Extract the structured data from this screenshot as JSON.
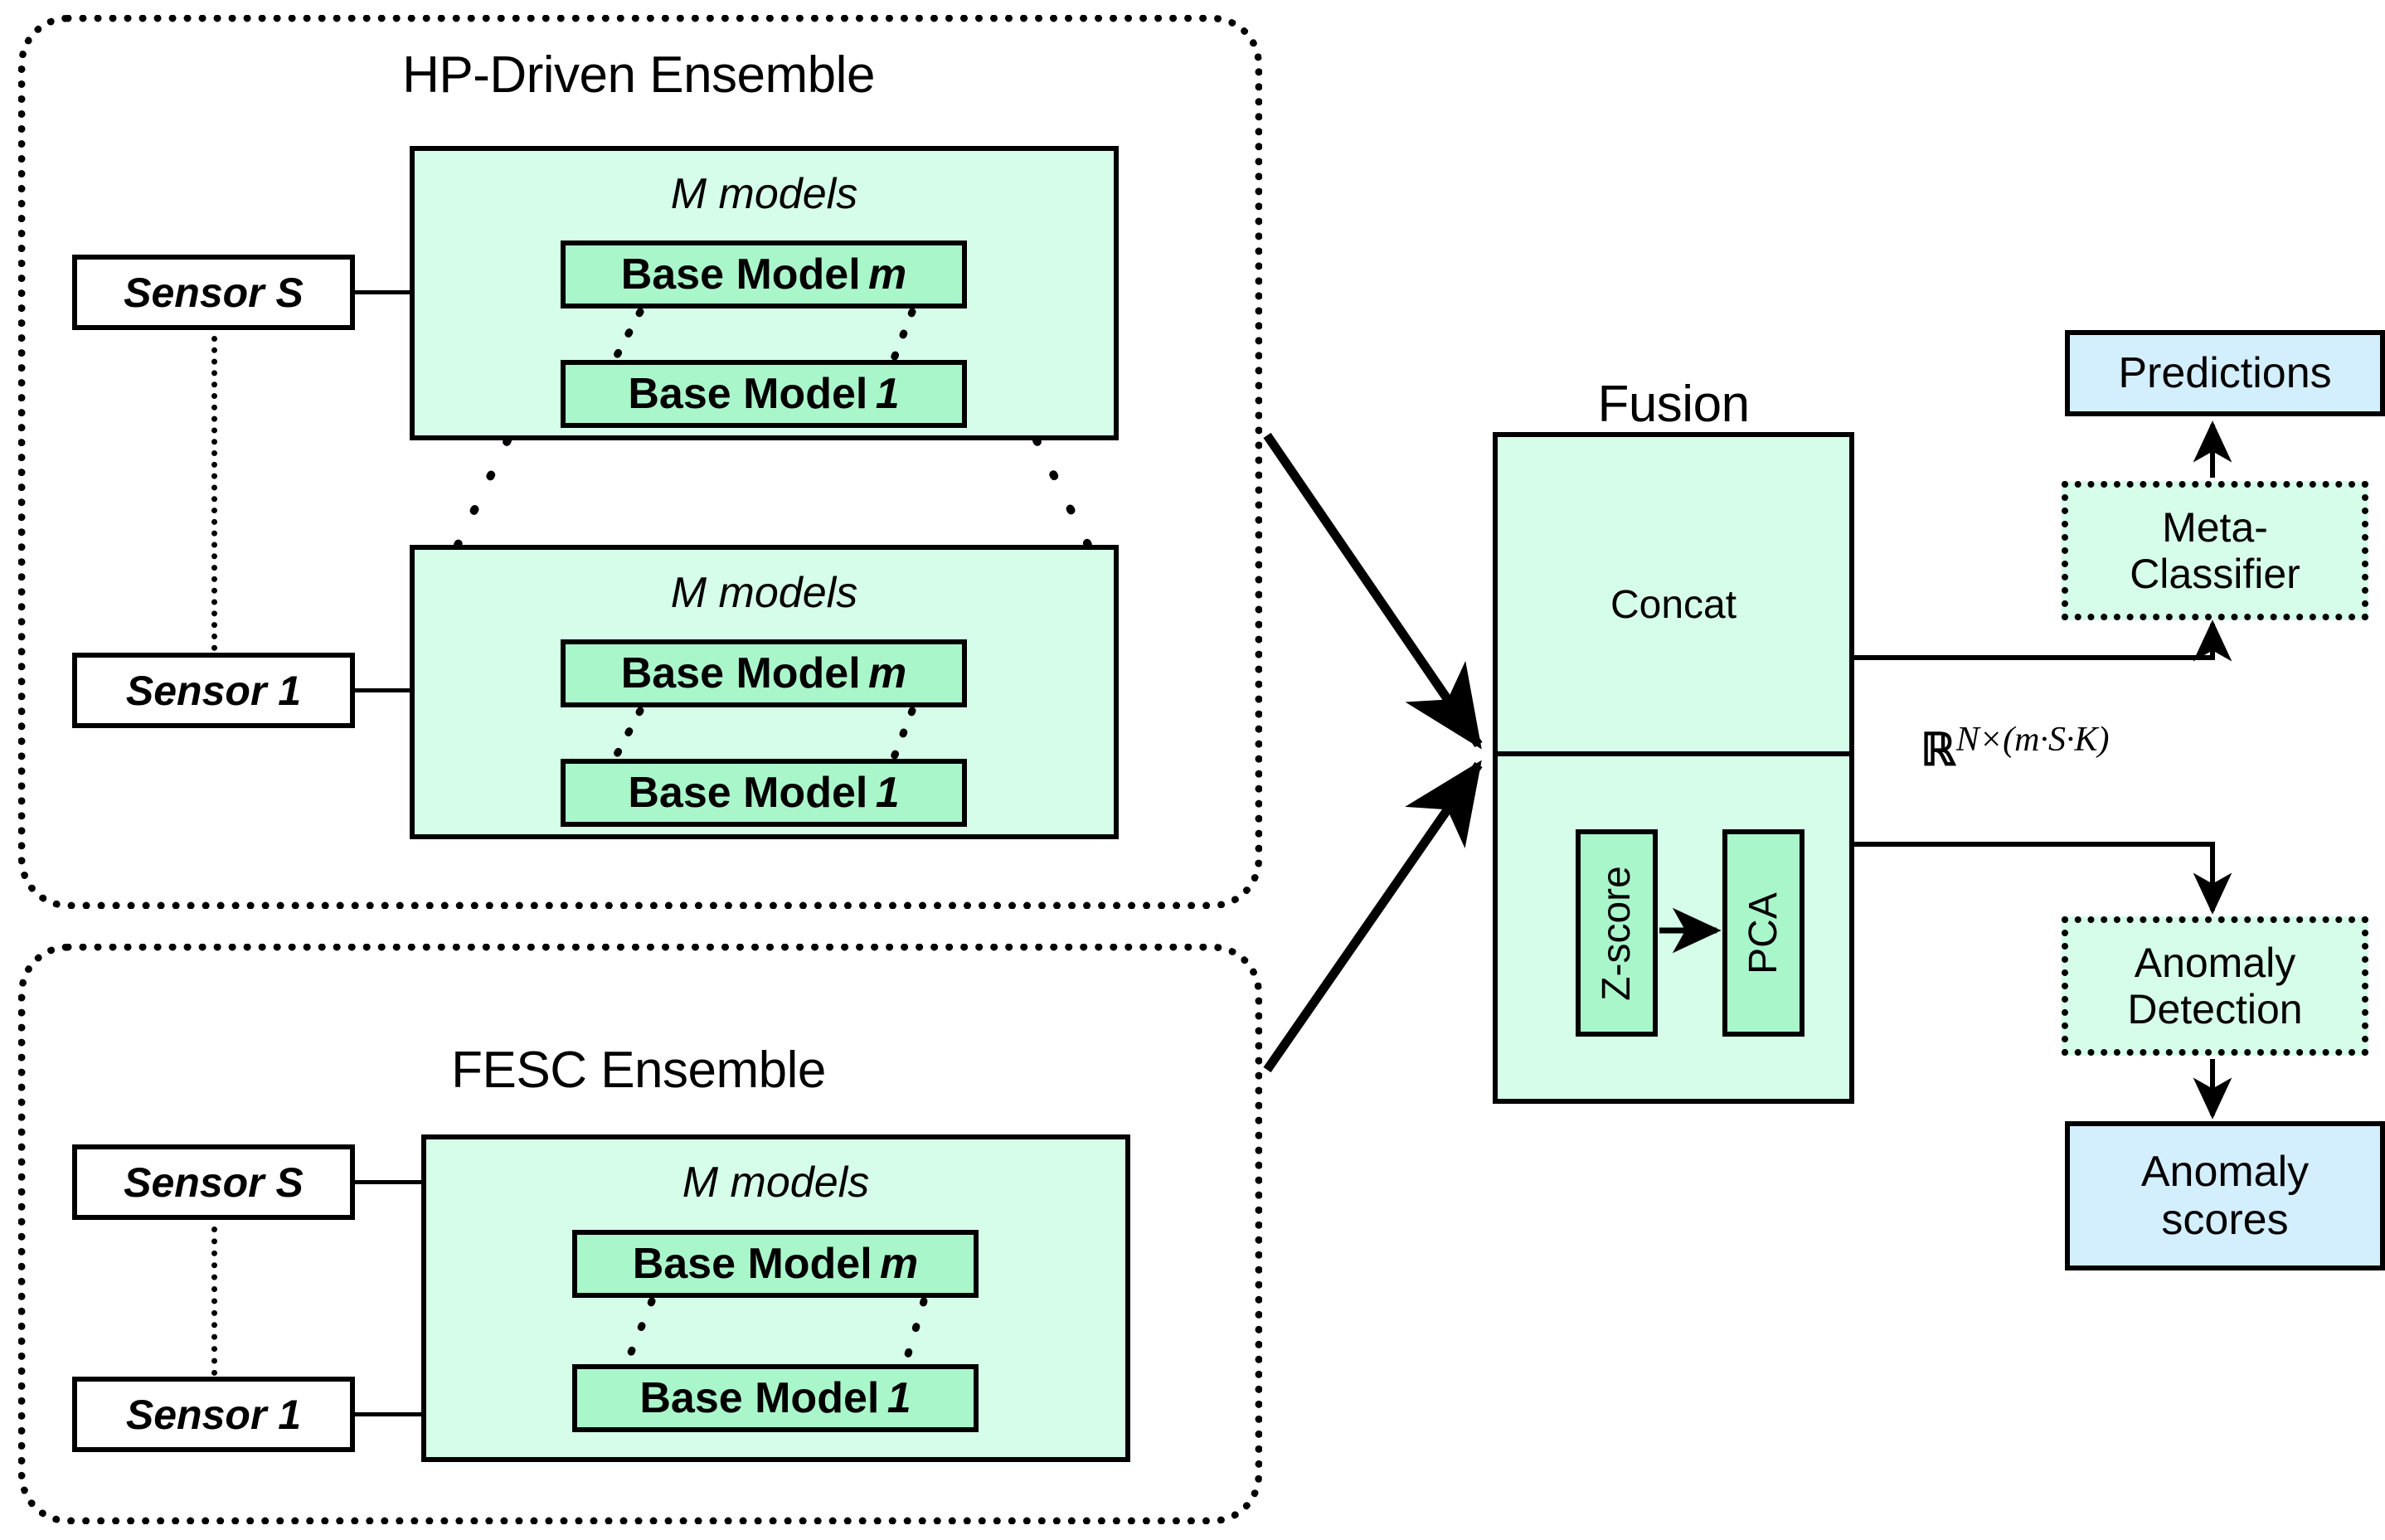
{
  "diagram": {
    "groups": [
      {
        "id": "hp",
        "title": "HP-Driven Ensemble"
      },
      {
        "id": "fesc",
        "title": "FESC Ensemble"
      }
    ],
    "sensors": [
      {
        "label": "Sensor S"
      },
      {
        "label": "Sensor 1"
      },
      {
        "label": "Sensor S"
      },
      {
        "label": "Sensor 1"
      }
    ],
    "model_panels": [
      {
        "label": "M models"
      },
      {
        "label": "M models"
      },
      {
        "label": "M models"
      }
    ],
    "base_models": [
      {
        "name": "Base Model",
        "index": "m"
      },
      {
        "name": "Base Model",
        "index": "1"
      },
      {
        "name": "Base Model",
        "index": "m"
      },
      {
        "name": "Base Model",
        "index": "1"
      },
      {
        "name": "Base Model",
        "index": "m"
      },
      {
        "name": "Base Model",
        "index": "1"
      }
    ],
    "fusion": {
      "title": "Fusion",
      "concat_label": "Concat",
      "zscore_label": "Z-score",
      "pca_label": "PCA"
    },
    "annotation": {
      "shape_prefix": "ℝ",
      "shape_exponent": "N×(m·S·K)"
    },
    "outputs": {
      "meta_classifier": "Meta-\nClassifier",
      "meta_classifier_line1": "Meta-",
      "meta_classifier_line2": "Classifier",
      "predictions": "Predictions",
      "anomaly_detection_line1": "Anomaly",
      "anomaly_detection_line2": "Detection",
      "anomaly_scores_line1": "Anomaly",
      "anomaly_scores_line2": "scores"
    },
    "colors": {
      "panel_fill": "#d6fde9",
      "model_fill": "#aaf6cb",
      "output_fill": "#d3eefc",
      "stroke": "#000000",
      "background": "#ffffff"
    }
  }
}
